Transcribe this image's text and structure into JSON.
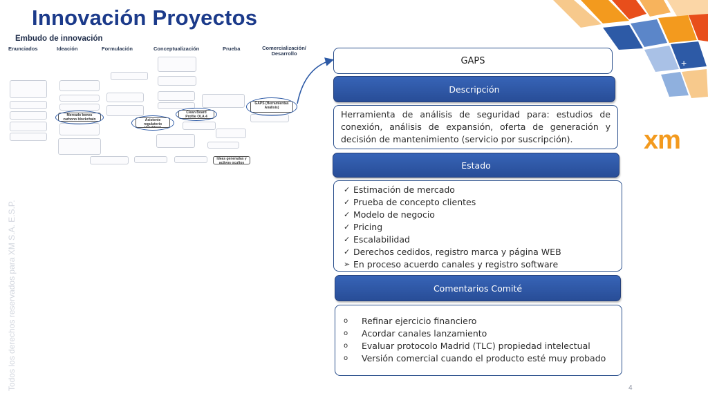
{
  "slide": {
    "title": "Innovación  Proyectos",
    "page_number": "4",
    "vertical_notice": "Todos los derechos reservados para XM S.A. E.S.P.",
    "logo_text": "xm"
  },
  "funnel": {
    "title": "Embudo de innovación",
    "stages": [
      "Enunciados",
      "Ideación",
      "Formulación",
      "Conceptualización",
      "Prueba",
      "Comercialización/ Desarrollo"
    ],
    "highlighted": {
      "mercado_bonos": "Mercado bonos carbono blockchain",
      "asistente_regulatorio": "Asistente regulatorio (Analítica)",
      "clean_board": "Clean Board Profile OLA 4 Analítica",
      "gaps": "GAPS (Herramientas Análisis)",
      "ideas": "Ideas generadas y activos ocultos"
    }
  },
  "panel": {
    "gaps_title": "GAPS",
    "descripcion_header": "Descripción",
    "descripcion_text": "Herramienta de análisis de seguridad para: estudios de conexión, análisis de expansión, oferta de generación y decisión de mantenimiento (servicio por suscripción).",
    "estado_header": "Estado",
    "estado_items": [
      {
        "mark": "✓",
        "text": "Estimación de mercado"
      },
      {
        "mark": "✓",
        "text": "Prueba de concepto clientes"
      },
      {
        "mark": "✓",
        "text": "Modelo de negocio"
      },
      {
        "mark": "✓",
        "text": "Pricing"
      },
      {
        "mark": "✓",
        "text": "Escalabilidad"
      },
      {
        "mark": "✓",
        "text": "Derechos cedidos, registro marca y página WEB"
      },
      {
        "mark": "➢",
        "text": "En proceso acuerdo canales y registro software"
      }
    ],
    "comentarios_header": "Comentarios Comité",
    "comentarios_items": [
      "Refinar ejercicio financiero",
      "Acordar canales lanzamiento",
      "Evaluar protocolo Madrid (TLC) propiedad intelectual",
      "Versión comercial cuando el producto esté muy probado"
    ],
    "bullet": "o"
  },
  "colors": {
    "title": "#1b3a8a",
    "header_fill": "#2f5aa8",
    "card_border": "#2a4f8c",
    "logo": "#f39a1e"
  }
}
